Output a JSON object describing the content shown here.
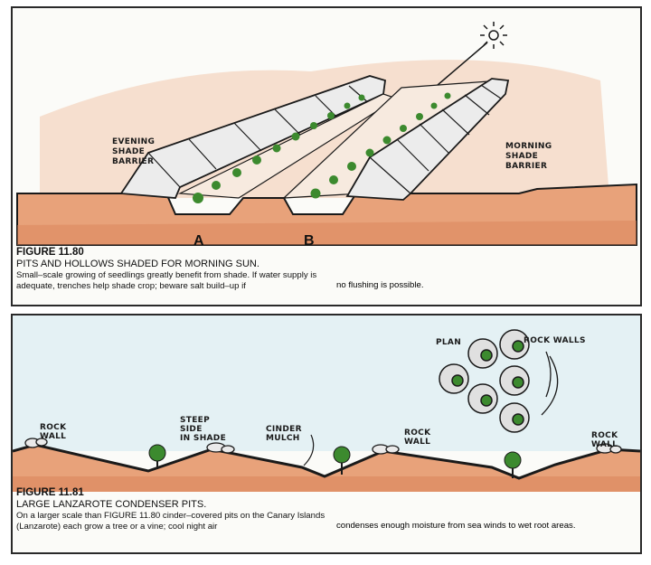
{
  "figure_top": {
    "labels": {
      "evening_barrier": [
        "EVENING",
        "SHADE",
        "BARRIER"
      ],
      "morning_barrier": [
        "MORNING",
        "SHADE",
        "BARRIER"
      ],
      "pit_a": "A",
      "pit_b": "B"
    },
    "caption": {
      "number": "FIGURE 11.80",
      "title": "PITS AND HOLLOWS SHADED FOR MORNING SUN.",
      "body_left": "Small–scale growing of seedlings greatly benefit from shade. If water supply is adequate, trenches help shade crop; beware salt build–up if",
      "body_right": "no flushing is possible."
    }
  },
  "figure_bottom": {
    "labels": {
      "plan": "PLAN",
      "rock_walls": "ROCK WALLS",
      "rock_wall_left": [
        "ROCK",
        "WALL"
      ],
      "steep_side": [
        "STEEP",
        "SIDE",
        "IN SHADE"
      ],
      "cinder_mulch": [
        "CINDER",
        "MULCH"
      ],
      "rock_wall_mid": [
        "ROCK",
        "WALL"
      ],
      "rock_wall_right": [
        "ROCK",
        "WALL"
      ]
    },
    "caption": {
      "number": "FIGURE 11.81",
      "title": "LARGE LANZAROTE CONDENSER PITS.",
      "body_left": "On a larger scale than FIGURE 11.80 cinder–covered pits on the Canary Islands (Lanzarote) each grow a tree or a vine; cool night air",
      "body_right": "condenses enough moisture from sea winds to wet root areas."
    }
  },
  "colors": {
    "soil": "#e8a27a",
    "soil_dark": "#d9845a",
    "sky": "#d6ebf2",
    "plant": "#3c8a2e",
    "ink": "#1a1a1a"
  }
}
